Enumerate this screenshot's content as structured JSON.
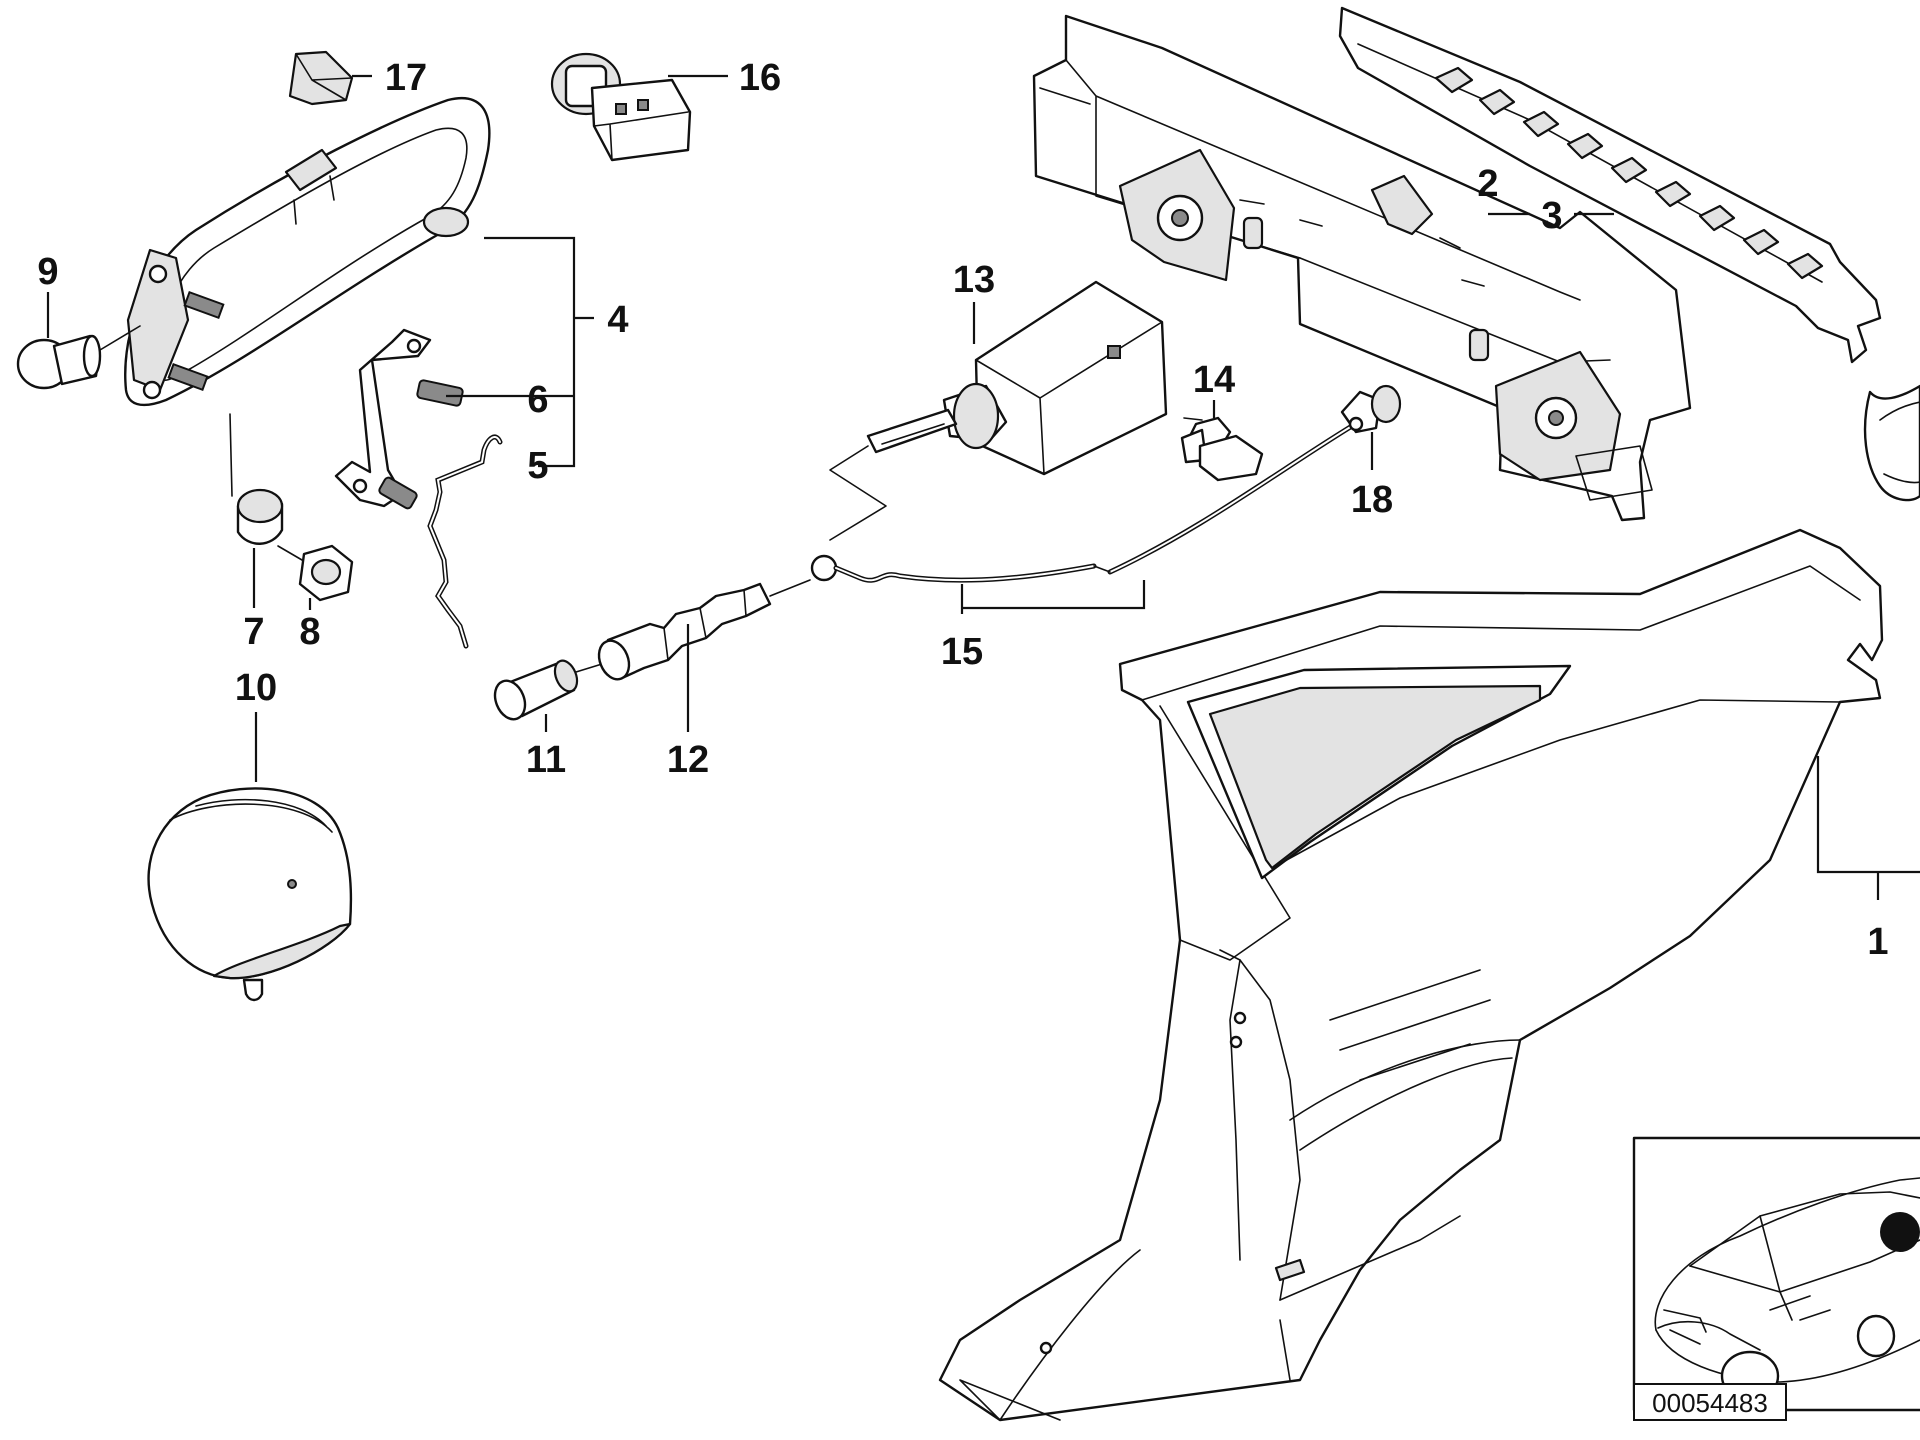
{
  "callouts": [
    {
      "id": "1",
      "label": "1"
    },
    {
      "id": "2",
      "label": "2"
    },
    {
      "id": "3",
      "label": "3"
    },
    {
      "id": "4",
      "label": "4"
    },
    {
      "id": "5",
      "label": "5"
    },
    {
      "id": "6",
      "label": "6"
    },
    {
      "id": "7",
      "label": "7"
    },
    {
      "id": "8",
      "label": "8"
    },
    {
      "id": "9",
      "label": "9"
    },
    {
      "id": "10",
      "label": "10"
    },
    {
      "id": "11",
      "label": "11"
    },
    {
      "id": "12",
      "label": "12"
    },
    {
      "id": "13",
      "label": "13"
    },
    {
      "id": "14",
      "label": "14"
    },
    {
      "id": "15",
      "label": "15"
    },
    {
      "id": "16",
      "label": "16"
    },
    {
      "id": "17",
      "label": "17"
    },
    {
      "id": "18",
      "label": "18"
    }
  ],
  "diagram_code": "00054483",
  "colors": {
    "line": "#111111",
    "background": "#ffffff",
    "locator_dot": "#111111"
  }
}
